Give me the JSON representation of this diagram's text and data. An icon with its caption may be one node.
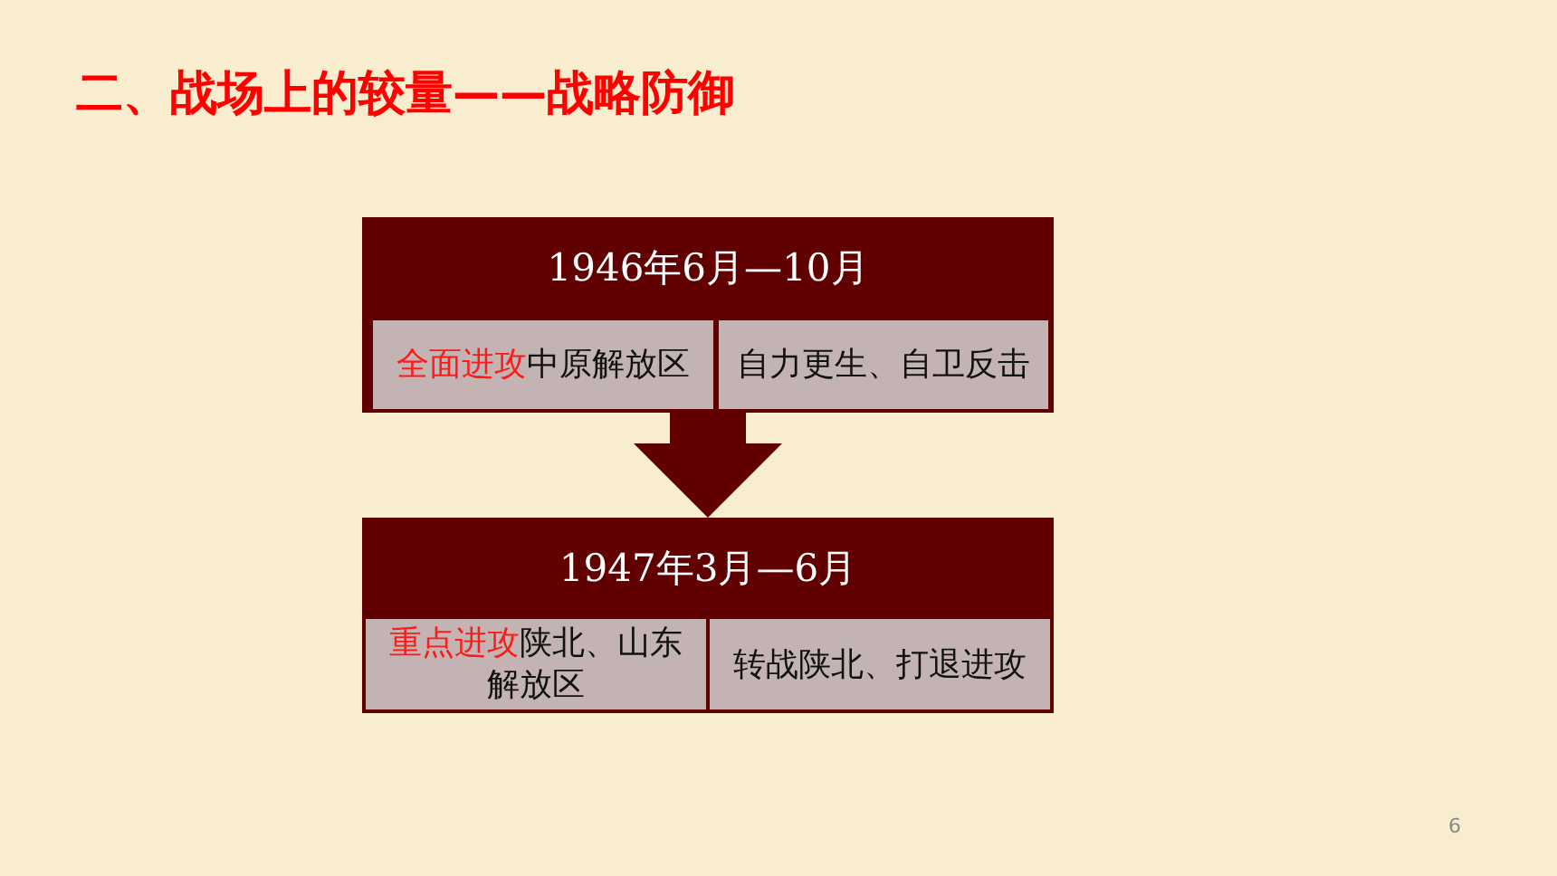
{
  "diagram": {
    "title": "二、战场上的较量——战略防御",
    "nodes": [
      {
        "text": [
          "1946年6月—10月"
        ]
      },
      {
        "text": [
          "**全面进攻**中原解放区"
        ],
        "in": 0
      },
      {
        "text": [
          "自力更生、自卫反击"
        ],
        "in": 0
      },
      {
        "text": [
          "1947年3月—6月"
        ]
      },
      {
        "text": [
          "**重点进攻**陕北、山东解放区"
        ],
        "in": 3
      },
      {
        "text": [
          "转战陕北、打退进攻"
        ],
        "in": 3
      }
    ],
    "edges": [
      {
        "from": 0,
        "to": 3,
        "arrow": "to"
      }
    ],
    "labels": [
      "6"
    ]
  }
}
